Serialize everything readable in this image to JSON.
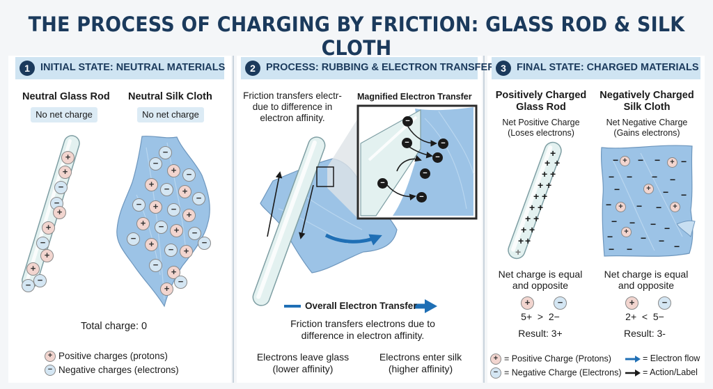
{
  "title": "THE PROCESS OF CHARGING BY FRICTION: GLASS ROD & SILK CLOTH",
  "panel1": {
    "number": "1",
    "header": "INITIAL STATE: NEUTRAL MATERIALS",
    "rod_title": "Neutral Glass Rod",
    "cloth_title": "Neutral Silk Cloth",
    "rod_badge": "No net charge",
    "cloth_badge": "No net charge",
    "total": "Total charge: 0",
    "legend_pos": "Positive charges (protons)",
    "legend_neg": "Negative charges (electrons)"
  },
  "panel2": {
    "number": "2",
    "header": "PROCESS: RUBBING & ELECTRON TRANSFER",
    "note_1": "Friction transfers electr-",
    "note_2": "due to difference in",
    "note_3": "electron affinity.",
    "magnified_title": "Magnified Electron Transfer",
    "overall_label": "Overall Electron Transfer",
    "caption_1": "Friction transfers electrons due to",
    "caption_2": "difference in electron affinity.",
    "glass_1": "Electrons leave glass",
    "glass_2": "(lower affinity)",
    "silk_1": "Electrons enter silk",
    "silk_2": "(higher affinity)"
  },
  "panel3": {
    "number": "3",
    "header": "FINAL STATE: CHARGED MATERIALS",
    "rod_title_1": "Positively Charged",
    "rod_title_2": "Glass Rod",
    "rod_sub_1": "Net Positive Charge",
    "rod_sub_2": "(Loses electrons)",
    "cloth_title_1": "Negatively Charged",
    "cloth_title_2": "Silk Cloth",
    "cloth_sub_1": "Net Negative Charge",
    "cloth_sub_2": "(Gains electrons)",
    "equal_1": "Net charge is equal",
    "equal_2": "and opposite",
    "left_calc": "5+  >  2−",
    "left_result": "Result: 3+",
    "right_calc": "2+  <  5−",
    "right_result": "Result: 3-",
    "legend_pos": "= Positive Charge (Protons)",
    "legend_neg": "= Negative Charge (Electrons)",
    "legend_flow": "= Electron flow",
    "legend_action": "= Action/Label"
  },
  "symbols": {
    "plus": "+",
    "minus": "−"
  },
  "colors": {
    "heading": "#1b3a5c",
    "header_band": "#cfe4f2",
    "silk": "#9cc3e6",
    "glass": "#e3f1f0",
    "arrow": "#1f6fb5"
  }
}
